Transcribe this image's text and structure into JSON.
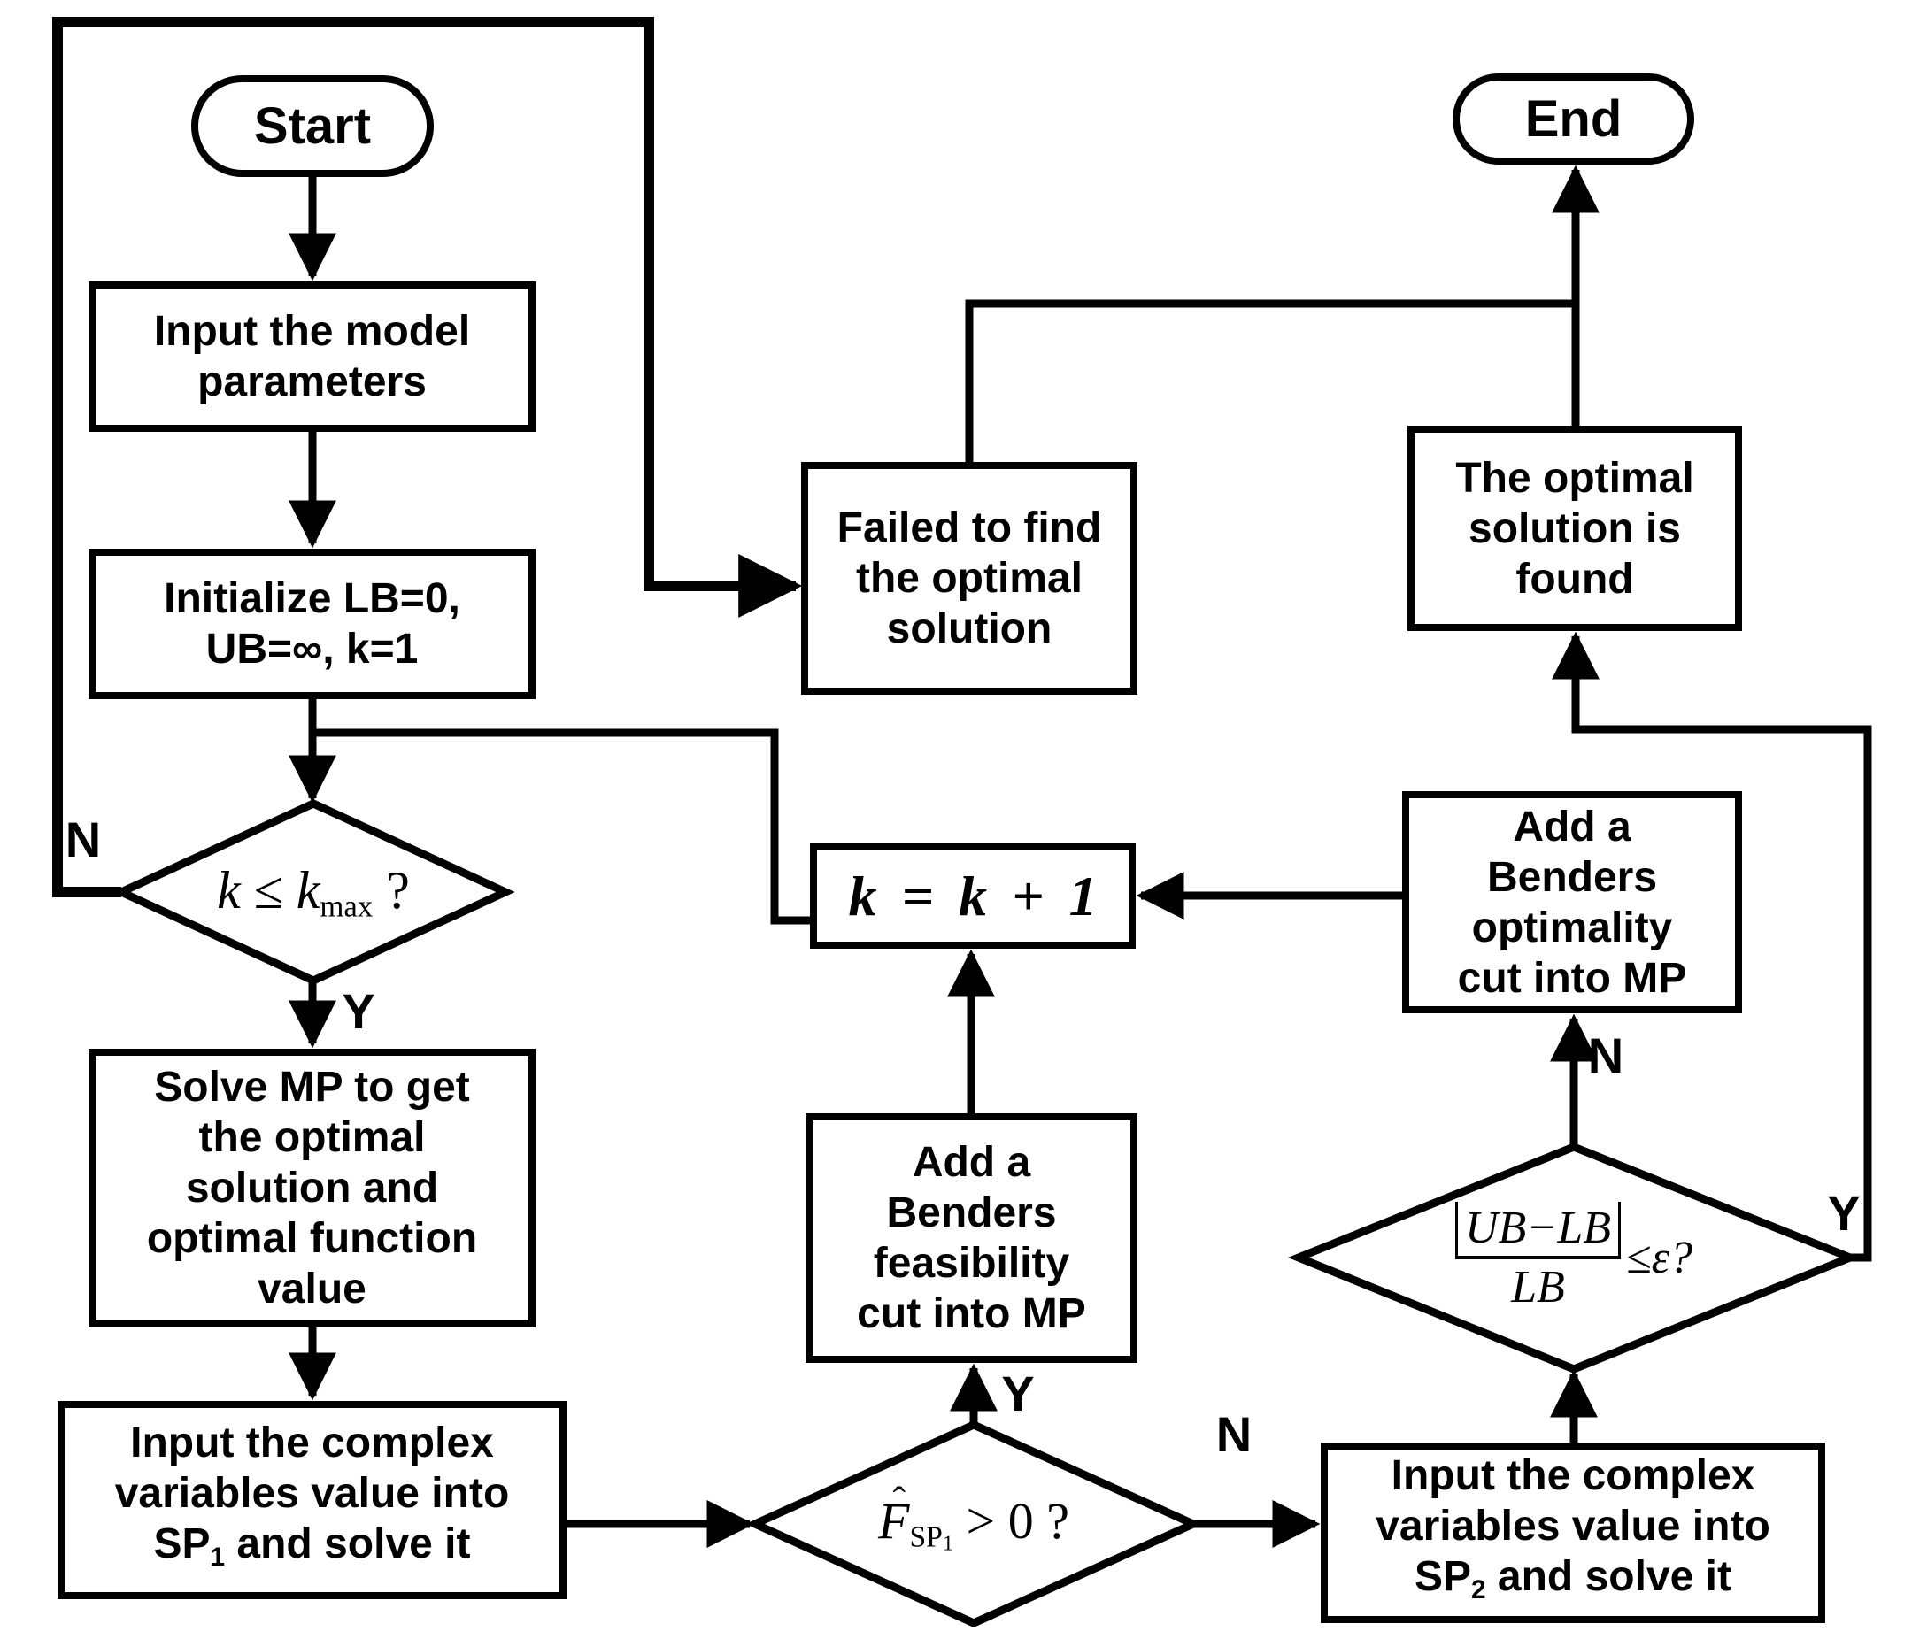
{
  "colors": {
    "stroke": "#000000",
    "background": "#ffffff"
  },
  "nodes": {
    "start": {
      "label": "Start"
    },
    "end": {
      "label": "End"
    },
    "input_params": {
      "text": "Input the model\nparameters"
    },
    "initialize": {
      "text": "Initialize LB=0,\nUB=∞, k=1"
    },
    "kmax_decision": {
      "k1": "k",
      "op": " ≤ ",
      "k2": "k",
      "sub": "max",
      "q": " ?"
    },
    "solve_mp": {
      "text": "Solve MP to get\nthe optimal\nsolution and\noptimal function\nvalue"
    },
    "sp1": {
      "line1": "Input the complex",
      "line2": "variables value into",
      "sp": "SP",
      "sub": "1",
      "line3_rest": " and solve it"
    },
    "fsp_decision": {
      "hat": "ˆ",
      "base": "F",
      "sub": "SP",
      "subsub": "1",
      "rest": " > 0 ?"
    },
    "feasibility_cut": {
      "text": "Add a\nBenders\nfeasibility\ncut into MP"
    },
    "k_increment": {
      "text": "k = k + 1"
    },
    "failed": {
      "text": "Failed to find\nthe optimal\nsolution"
    },
    "sp2": {
      "line1": "Input the complex",
      "line2": "variables value into",
      "sp": "SP",
      "sub": "2",
      "line3_rest": " and solve it"
    },
    "eps_decision": {
      "num": "UB−LB",
      "den": "LB",
      "rest": "≤ε?"
    },
    "optimality_cut": {
      "text": "Add a\nBenders\noptimality\ncut into MP"
    },
    "optimal_found": {
      "text": "The optimal\nsolution is\nfound"
    }
  },
  "edge_labels": {
    "kmax_no": "N",
    "kmax_yes": "Y",
    "fsp_yes": "Y",
    "fsp_no": "N",
    "eps_no": "N",
    "eps_yes": "Y"
  }
}
